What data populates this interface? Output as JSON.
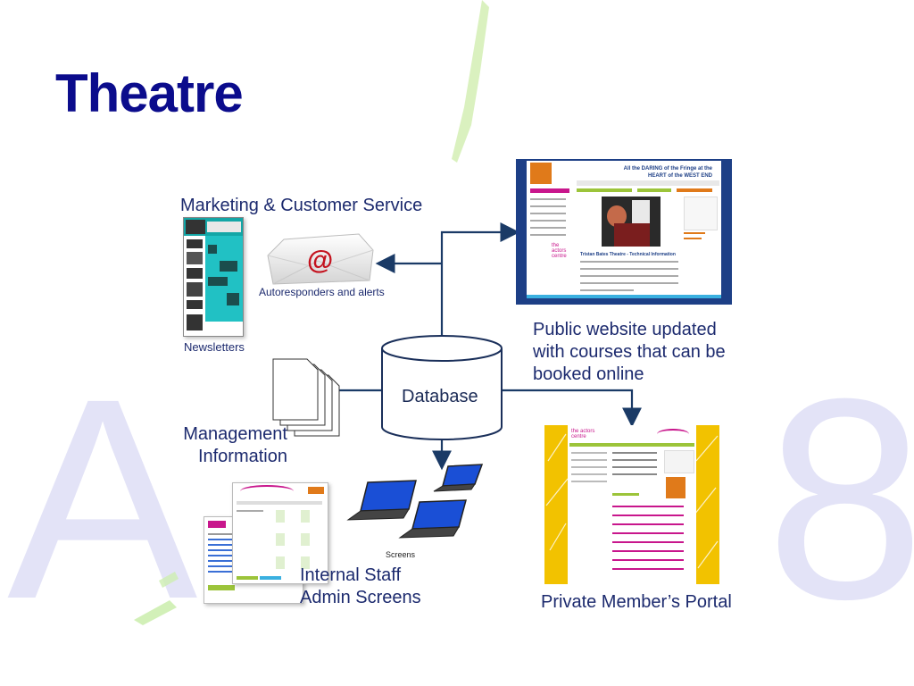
{
  "title": "Theatre",
  "background_letters": {
    "left": "A",
    "right": "8"
  },
  "nodes": {
    "database": "Database",
    "marketing": "Marketing & Customer Service",
    "newsletters": "Newsletters",
    "autoresponders": "Autoresponders and alerts",
    "public_site": "Public website updated with courses that can be booked online",
    "management": "Management Information",
    "screens": "Screens",
    "internal_staff": "Internal Staff Admin Screens",
    "member_portal": "Private Member’s Portal"
  },
  "website_thumb": {
    "headline": "All the DARING of the Fringe at the HEART of the WEST END",
    "brand": "the actors centre",
    "section": "Tristan Bates Theatre - Technical Information"
  },
  "colors": {
    "title": "#0b0c8c",
    "label": "#1c2a6e",
    "arrow": "#1a3a66",
    "site_frame": "#1d3f86",
    "portal_yellow": "#f2c200",
    "accent_orange": "#e07a1a",
    "accent_green": "#9cc43a",
    "accent_magenta": "#c8168c"
  },
  "icons": [
    "email-envelope-icon",
    "documents-icon",
    "laptop-icon",
    "database-cylinder-icon"
  ]
}
